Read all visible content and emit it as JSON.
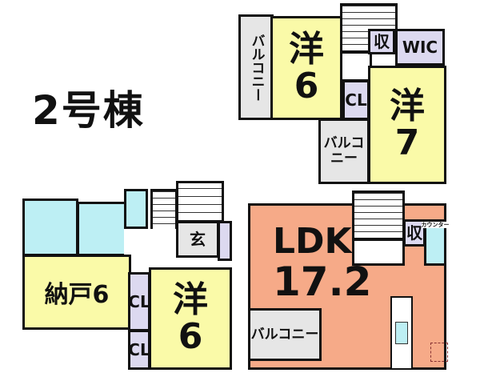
{
  "title": "2号棟",
  "colors": {
    "western_room": "#fafaa8",
    "wet_area": "#bdeff4",
    "storage": "#dcd9f0",
    "balcony": "#e6e6e6",
    "ldk": "#f6aa88"
  },
  "floor3": {
    "balcony_left": "バルコニー",
    "room1_label": "洋",
    "room1_size": "6",
    "storage": "収",
    "wic": "WIC",
    "closet": "CL",
    "room2_label": "洋",
    "room2_size": "7",
    "balcony_right": "バルコニー"
  },
  "floor1": {
    "nando": "納戸6",
    "closet1": "CL",
    "closet2": "CL",
    "room_label": "洋",
    "room_size": "6",
    "entrance": "玄"
  },
  "floor2": {
    "ldk_label": "LDK",
    "ldk_size": "17.2",
    "balcony": "バルコニー",
    "storage": "収",
    "counter": "カウンター"
  }
}
